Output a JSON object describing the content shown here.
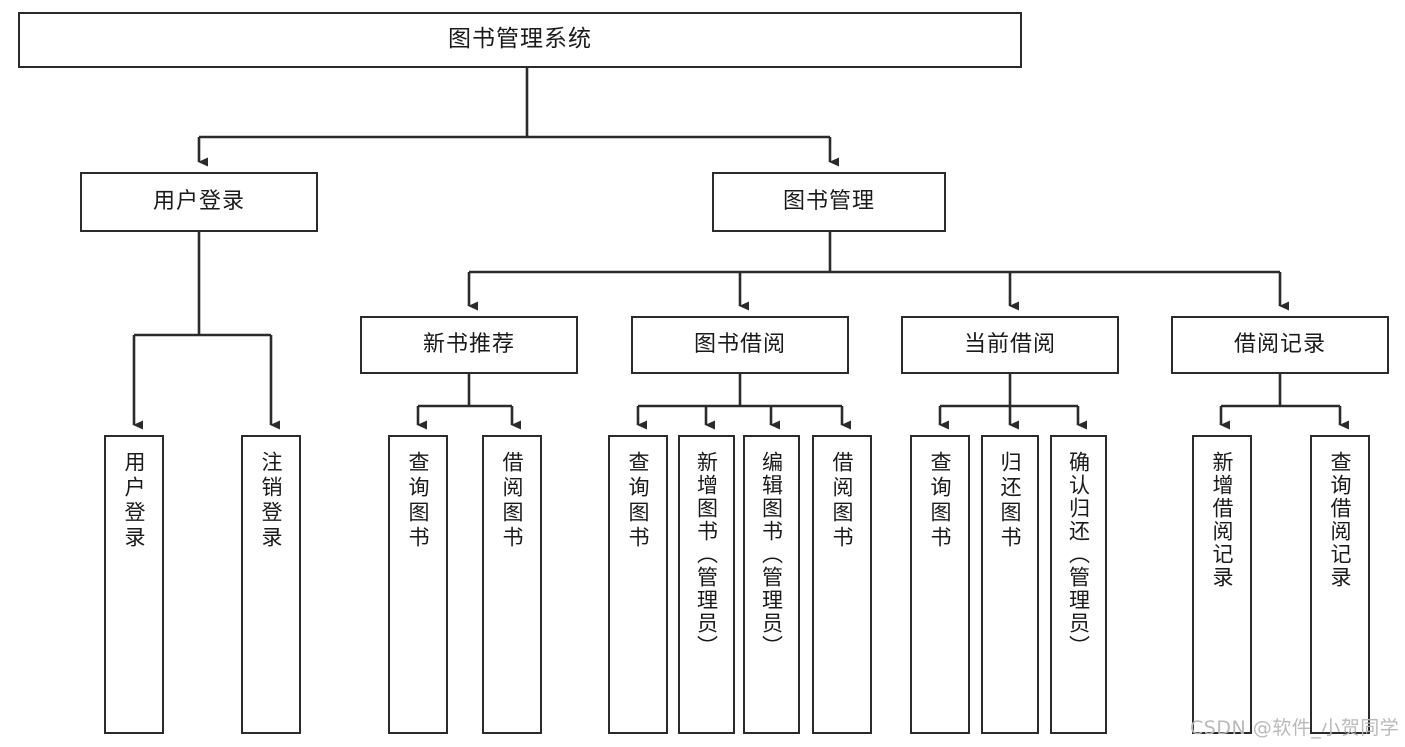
{
  "diagram": {
    "title": "图书管理系统",
    "type": "tree",
    "watermark": "CSDN @软件_小贺同学",
    "colors": {
      "node_border": "#2b2b2b",
      "node_fill": "#ffffff",
      "edge": "#2b2b2b",
      "text": "#1a1a1a",
      "watermark": "#b9b9b9",
      "background": "#ffffff"
    },
    "nodes": {
      "root": {
        "label": "图书管理系统"
      },
      "level1": [
        {
          "id": "user-login",
          "label": "用户登录"
        },
        {
          "id": "book-manage",
          "label": "图书管理"
        }
      ],
      "level2": [
        {
          "id": "new-book-recommend",
          "label": "新书推荐"
        },
        {
          "id": "book-borrow",
          "label": "图书借阅"
        },
        {
          "id": "current-borrow",
          "label": "当前借阅"
        },
        {
          "id": "borrow-record",
          "label": "借阅记录"
        }
      ],
      "leaves": {
        "user-login": [
          {
            "id": "leaf-user-login",
            "label": "用户登录"
          },
          {
            "id": "leaf-logout-login",
            "label": "注销登录"
          }
        ],
        "new-book-recommend": [
          {
            "id": "leaf-query-book-1",
            "label": "查询图书"
          },
          {
            "id": "leaf-borrow-book-1",
            "label": "借阅图书"
          }
        ],
        "book-borrow": [
          {
            "id": "leaf-query-book-2",
            "label": "查询图书"
          },
          {
            "id": "leaf-add-book",
            "label": "新增图书（管理员）"
          },
          {
            "id": "leaf-edit-book",
            "label": "编辑图书（管理员）"
          },
          {
            "id": "leaf-borrow-book-2",
            "label": "借阅图书"
          }
        ],
        "current-borrow": [
          {
            "id": "leaf-query-book-3",
            "label": "查询图书"
          },
          {
            "id": "leaf-return-book",
            "label": "归还图书"
          },
          {
            "id": "leaf-confirm-return",
            "label": "确认归还（管理员）"
          }
        ],
        "borrow-record": [
          {
            "id": "leaf-add-record",
            "label": "新增借阅记录"
          },
          {
            "id": "leaf-query-record",
            "label": "查询借阅记录"
          }
        ]
      }
    }
  }
}
